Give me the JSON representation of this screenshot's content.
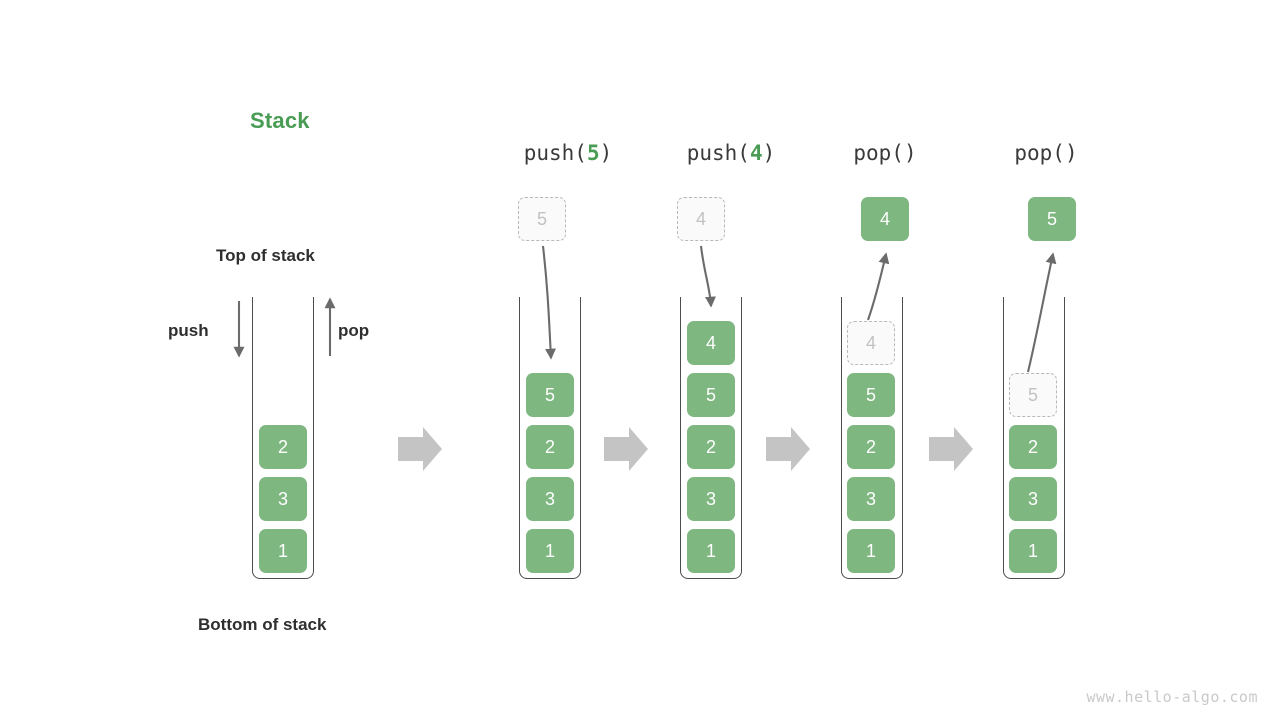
{
  "title": "Stack",
  "accent_green": "#499c54",
  "box_green": "#7fb781",
  "ghost_gray": "#c2c2c2",
  "arrow_gray": "#c4c4c4",
  "labels": {
    "top_of_stack": "Top of stack",
    "bottom_of_stack": "Bottom of stack",
    "push": "push",
    "pop": "pop"
  },
  "watermark": "www.hello-algo.com",
  "stages": [
    {
      "header_prefix": "",
      "header_arg": "",
      "header_suffix": "",
      "cells": [
        "2",
        "3",
        "1"
      ],
      "ghost": null,
      "floating": null
    },
    {
      "header_prefix": "push(",
      "header_arg": "5",
      "header_suffix": ")",
      "cells": [
        "5",
        "2",
        "3",
        "1"
      ],
      "ghost": "5",
      "floating": null
    },
    {
      "header_prefix": "push(",
      "header_arg": "4",
      "header_suffix": ")",
      "cells": [
        "4",
        "5",
        "2",
        "3",
        "1"
      ],
      "ghost": "4",
      "floating": null
    },
    {
      "header_prefix": "pop(",
      "header_arg": "",
      "header_suffix": ")",
      "cells": [
        "5",
        "2",
        "3",
        "1"
      ],
      "ghost": "4",
      "floating": "4"
    },
    {
      "header_prefix": "pop(",
      "header_arg": "",
      "header_suffix": ")",
      "cells": [
        "2",
        "3",
        "1"
      ],
      "ghost": "5",
      "floating": "5"
    }
  ]
}
